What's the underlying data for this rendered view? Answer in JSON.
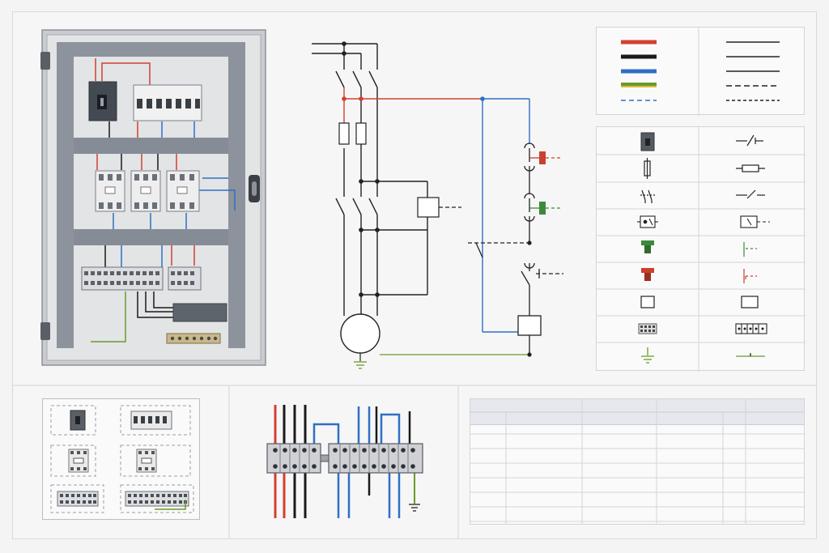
{
  "colors": {
    "phase_red": "#d2402f",
    "phase_black": "#1a1a1a",
    "neutral_blue": "#2f6fc4",
    "ground_green": "#6a9a2a",
    "ground_yellow": "#d6c23a",
    "enclosure_gray": "#9097a0",
    "din_rail_gray": "#7d848d",
    "line_black": "#222222"
  },
  "legend": {
    "colors": [
      "phase-red",
      "phase-black",
      "neutral-blue",
      "ground-yellow-green",
      "control-blue-dashed"
    ],
    "line_styles": [
      "solid",
      "solid",
      "solid",
      "dashed",
      "dashed"
    ]
  },
  "symbol_table": {
    "rows": [
      {
        "component": "circuit-breaker",
        "schematic": "breaker-contact"
      },
      {
        "component": "fuse",
        "schematic": "fuse"
      },
      {
        "component": "contactor-main",
        "schematic": "contactor-contact"
      },
      {
        "component": "overload-relay",
        "schematic": "overload-contact"
      },
      {
        "component": "start-button-green",
        "schematic": "no-pushbutton"
      },
      {
        "component": "stop-button-red",
        "schematic": "nc-pushbutton"
      },
      {
        "component": "coil",
        "schematic": "coil"
      },
      {
        "component": "terminal-block",
        "schematic": "terminal-strip"
      },
      {
        "component": "ground",
        "schematic": "ground-line"
      }
    ]
  },
  "data_table": {
    "columns": 6,
    "rows": 7,
    "cells": []
  }
}
